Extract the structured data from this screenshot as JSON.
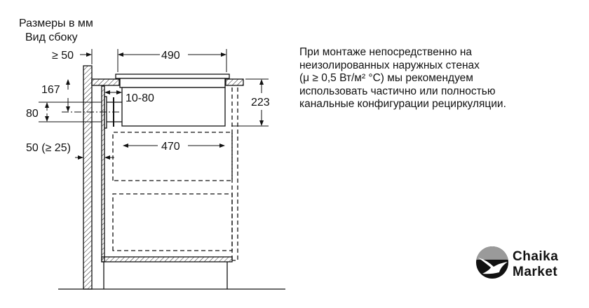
{
  "header": {
    "line1": "Размеры в мм",
    "line2": "Вид сбоку"
  },
  "dimensions": {
    "wall_gap": "≥ 50",
    "hob_width": "490",
    "height_167": "167",
    "duct_80": "80",
    "duct_offset": "10-80",
    "total_height": "223",
    "inner_width": "470",
    "rear_gap": "50 (≥ 25)"
  },
  "note": {
    "lines": [
      "При монтаже непосредственно на",
      "неизолированных наружных стенах",
      "(μ ≥ 0,5 Вт/м² °C) мы рекомендуем",
      "использовать частично или полностью",
      "канальные конфигурации рециркуляции."
    ]
  },
  "logo": {
    "line1": "Chaika",
    "line2": "Market"
  }
}
